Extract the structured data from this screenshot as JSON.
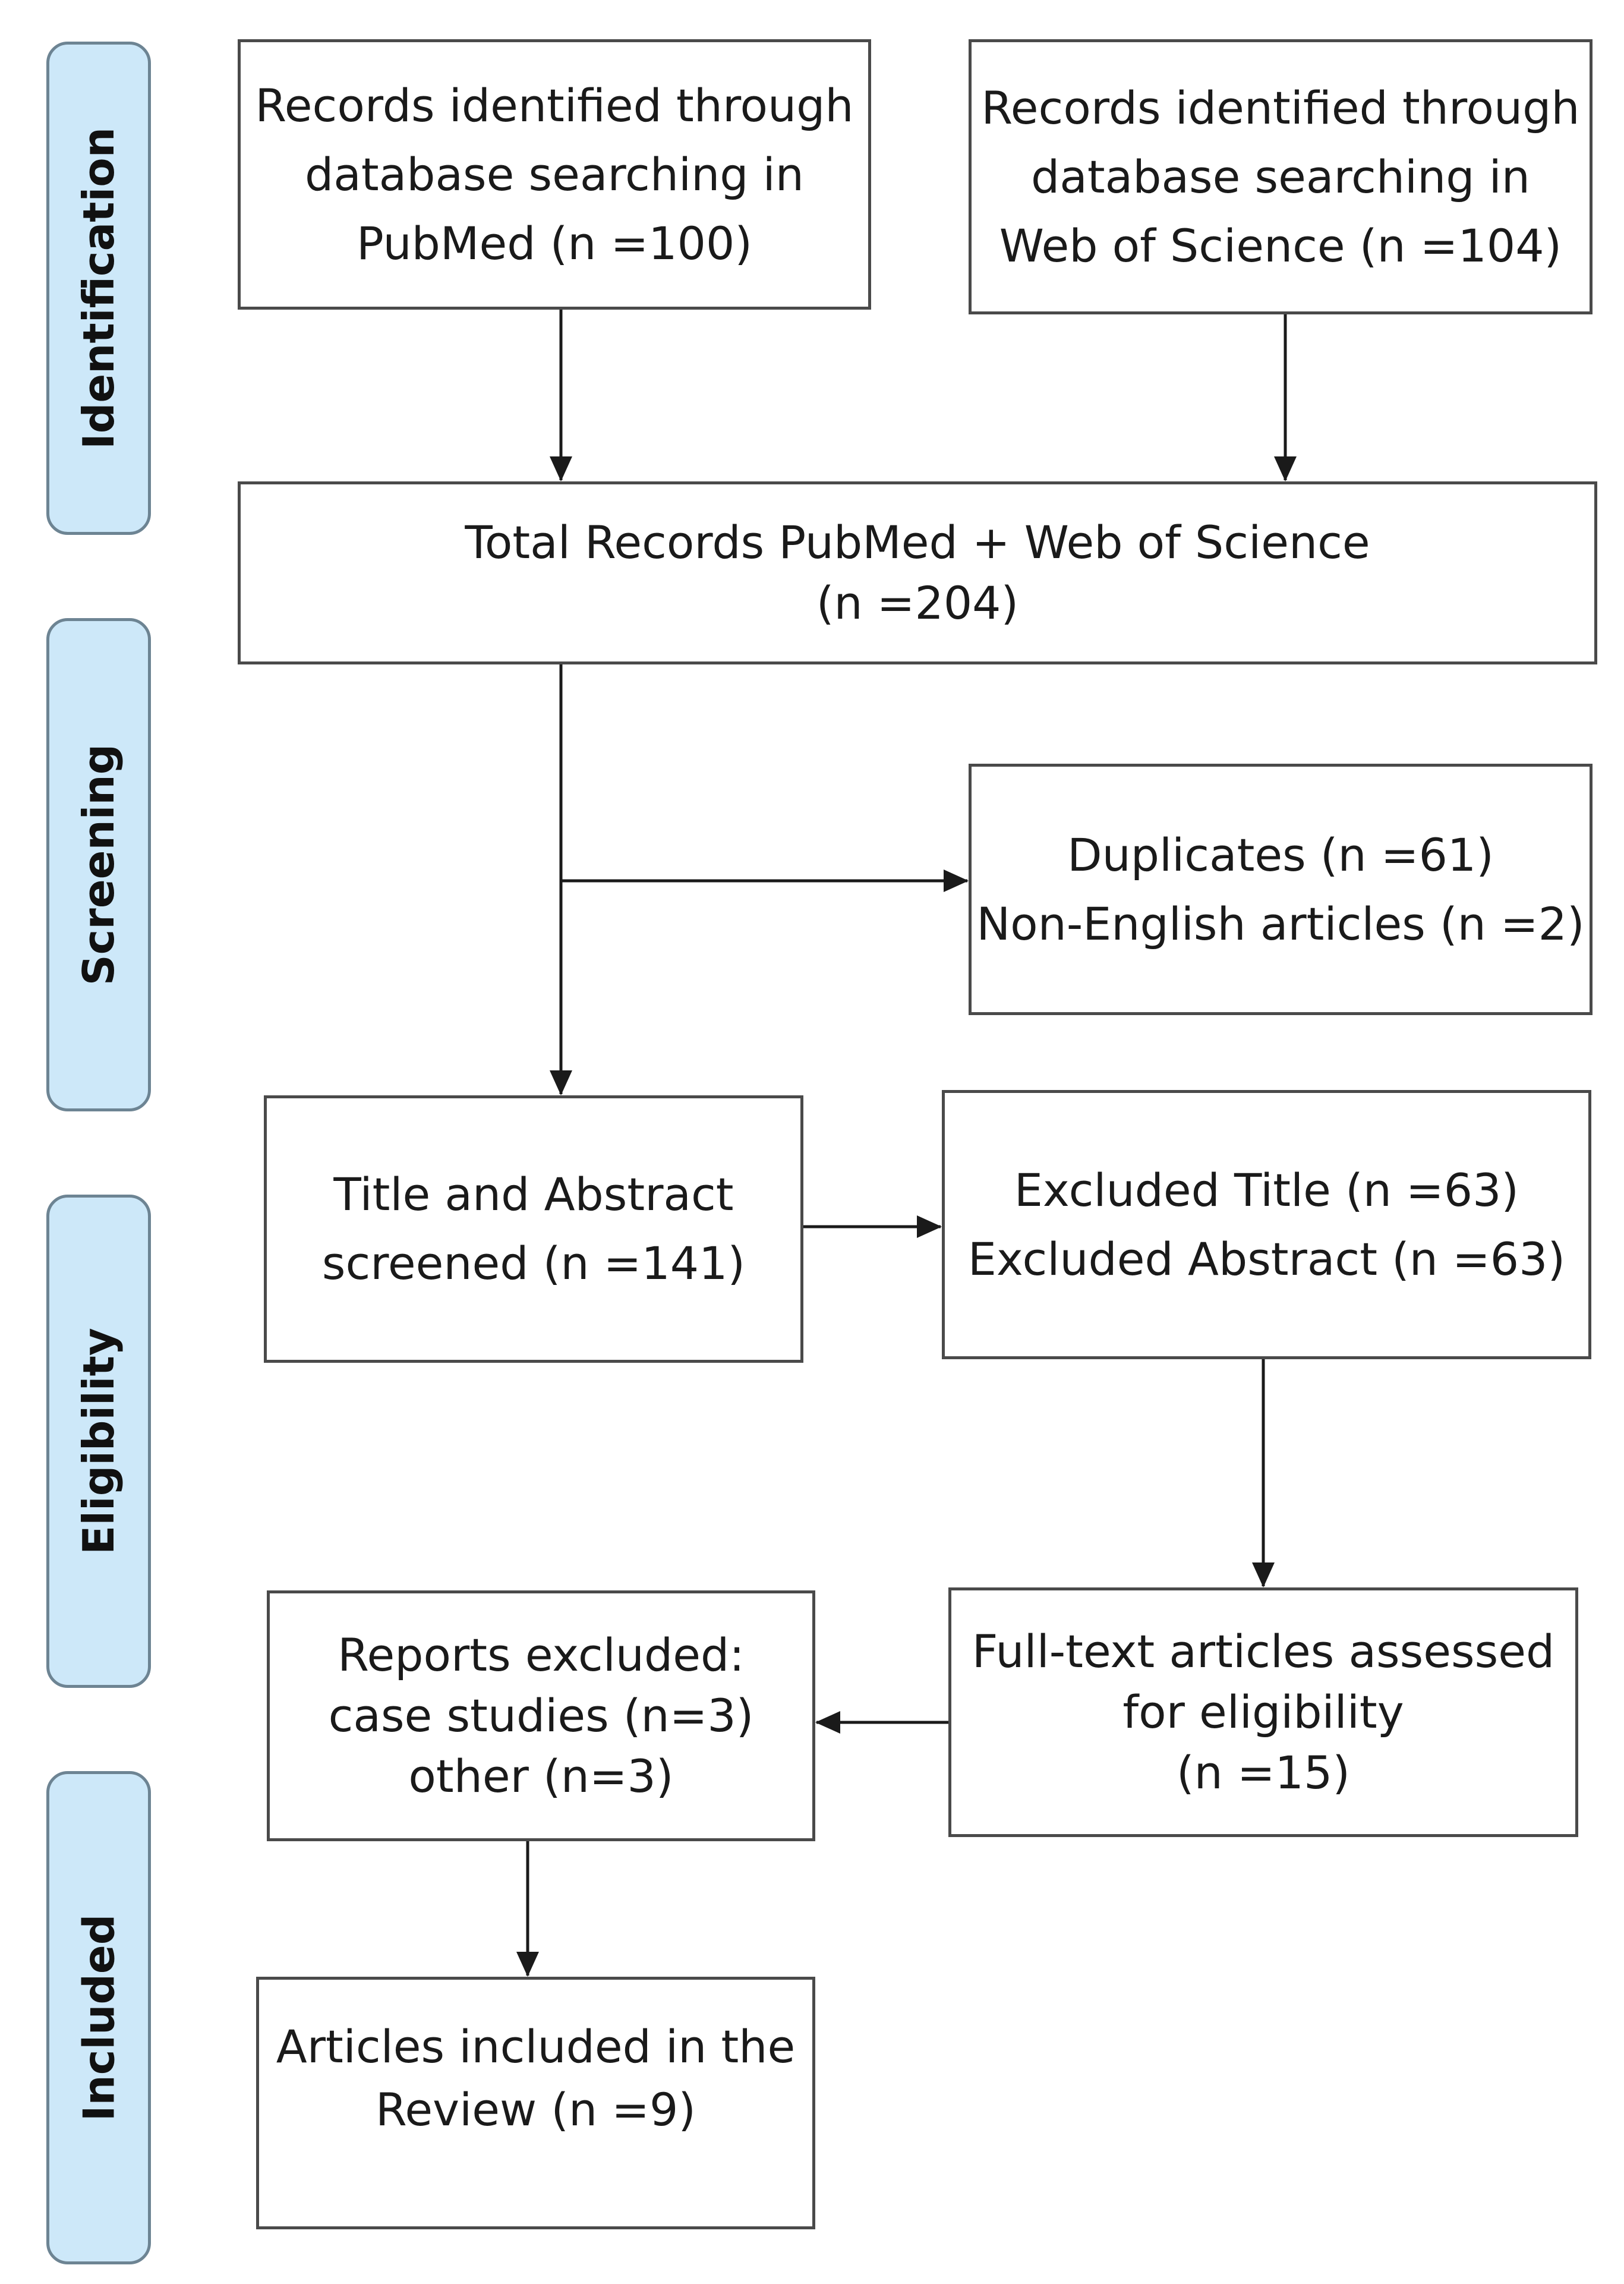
{
  "phases": {
    "identification": "Identification",
    "screening": "Screening",
    "eligibility": "Eligibility",
    "included": "Included"
  },
  "boxes": {
    "pubmed": [
      "Records identified through",
      "database searching in",
      "PubMed (n =100)"
    ],
    "wos": [
      "Records identified through",
      "database searching in",
      "Web of Science (n =104)"
    ],
    "total": [
      "Total Records PubMed + Web of Science",
      "(n =204)"
    ],
    "duplicates": [
      "Duplicates (n =61)",
      "Non-English articles (n =2)"
    ],
    "screened": [
      "Title and Abstract",
      "screened (n =141)"
    ],
    "excluded_title_abstract": [
      "Excluded Title (n =63)",
      "Excluded Abstract (n =63)"
    ],
    "fulltext": [
      "Full-text articles assessed",
      "for eligibility",
      "(n =15)"
    ],
    "reports_excluded": [
      "Reports excluded:",
      "case studies (n=3)",
      "other (n=3)"
    ],
    "included": [
      "Articles included in the",
      "Review (n =9)"
    ]
  }
}
